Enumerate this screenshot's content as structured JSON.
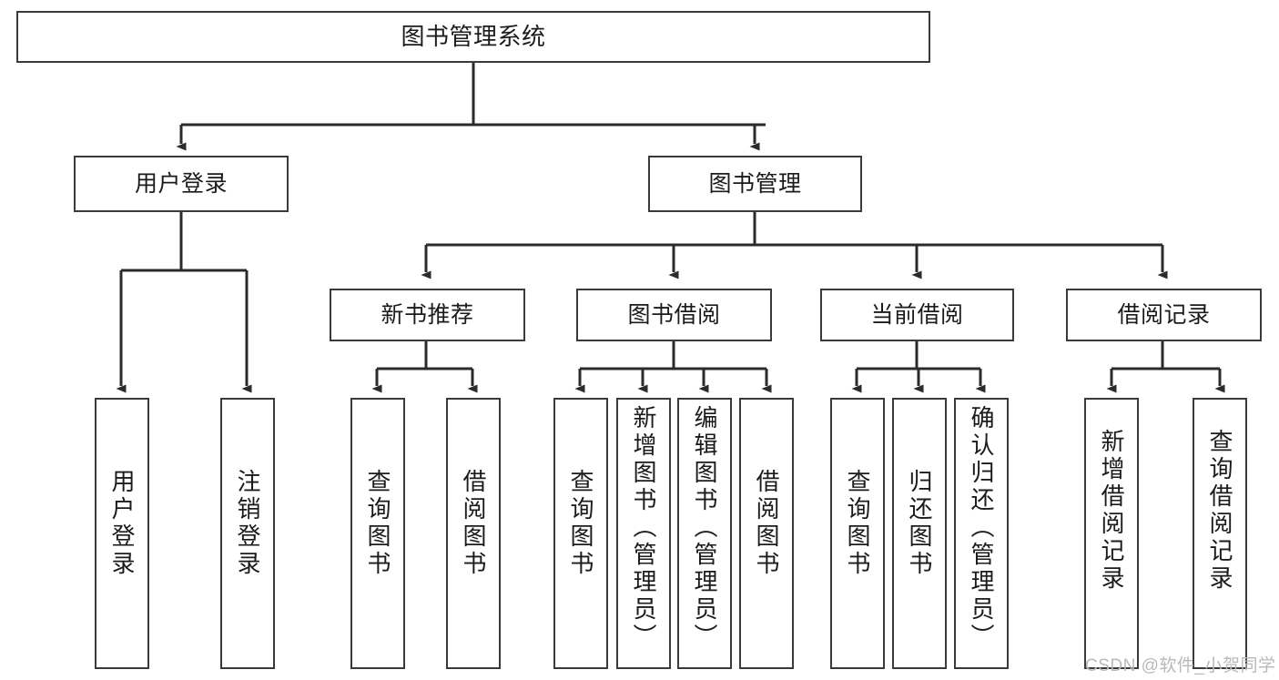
{
  "diagram": {
    "title": "图书管理系统",
    "type": "tree-hierarchy",
    "watermark": "CSDN @软件_小贺同学",
    "colors": {
      "box_border": "#3a3a3a",
      "box_fill": "#ffffff",
      "edge": "#2b2b2b",
      "text": "#1b1b1b",
      "watermark": "#b9b9b9",
      "background": "#ffffff"
    },
    "levels": {
      "root": {
        "label": "图书管理系统"
      },
      "level2": [
        {
          "label": "用户登录"
        },
        {
          "label": "图书管理"
        }
      ],
      "level3": [
        {
          "label": "新书推荐"
        },
        {
          "label": "图书借阅"
        },
        {
          "label": "当前借阅"
        },
        {
          "label": "借阅记录"
        }
      ],
      "leaves": {
        "user_login": [
          {
            "label": "用户登录"
          },
          {
            "label": "注销登录"
          }
        ],
        "new_book_recommend": [
          {
            "label": "查询图书"
          },
          {
            "label": "借阅图书"
          }
        ],
        "book_borrow": [
          {
            "label": "查询图书"
          },
          {
            "label": "新增图书（管理员）"
          },
          {
            "label": "编辑图书（管理员）"
          },
          {
            "label": "借阅图书"
          }
        ],
        "current_borrow": [
          {
            "label": "查询图书"
          },
          {
            "label": "归还图书"
          },
          {
            "label": "确认归还（管理员）"
          }
        ],
        "borrow_record": [
          {
            "label": "新增借阅记录"
          },
          {
            "label": "查询借阅记录"
          }
        ]
      }
    }
  }
}
